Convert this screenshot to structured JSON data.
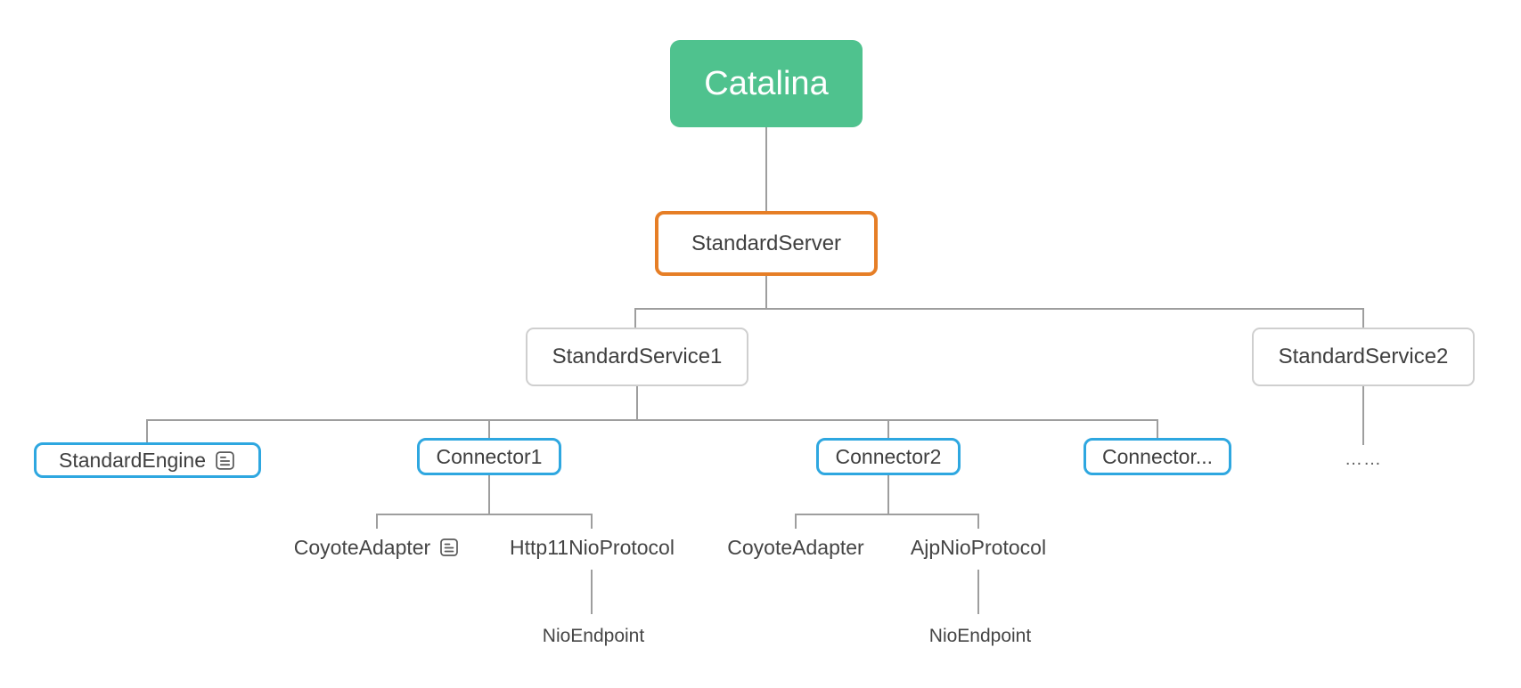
{
  "diagram": {
    "type": "mindmap-tree",
    "colors": {
      "root_fill": "#4FC28E",
      "root_text": "#FFFFFF",
      "server_border": "#E67E26",
      "service_border": "#CFCFCF",
      "connector_border": "#2EA7E0",
      "node_text": "#3F3F3F",
      "line": "#9E9E9E",
      "icon": "#5A5A5A"
    },
    "nodes": {
      "catalina": {
        "label": "Catalina"
      },
      "standard_server": {
        "label": "StandardServer"
      },
      "standard_service1": {
        "label": "StandardService1"
      },
      "standard_service2": {
        "label": "StandardService2"
      },
      "standard_engine": {
        "label": "StandardEngine",
        "icon": "note-icon"
      },
      "connector1": {
        "label": "Connector1"
      },
      "connector2": {
        "label": "Connector2"
      },
      "connector_more": {
        "label": "Connector..."
      },
      "service2_ellipsis": {
        "label": "……"
      },
      "coyote_adapter1": {
        "label": "CoyoteAdapter",
        "icon": "note-icon"
      },
      "http11_nio_protocol": {
        "label": "Http11NioProtocol"
      },
      "nio_endpoint1": {
        "label": "NioEndpoint"
      },
      "coyote_adapter2": {
        "label": "CoyoteAdapter"
      },
      "ajp_nio_protocol": {
        "label": "AjpNioProtocol"
      },
      "nio_endpoint2": {
        "label": "NioEndpoint"
      }
    },
    "edges": [
      [
        "catalina",
        "standard_server"
      ],
      [
        "standard_server",
        "standard_service1"
      ],
      [
        "standard_server",
        "standard_service2"
      ],
      [
        "standard_service1",
        "standard_engine"
      ],
      [
        "standard_service1",
        "connector1"
      ],
      [
        "standard_service1",
        "connector2"
      ],
      [
        "standard_service1",
        "connector_more"
      ],
      [
        "standard_service2",
        "service2_ellipsis"
      ],
      [
        "connector1",
        "coyote_adapter1"
      ],
      [
        "connector1",
        "http11_nio_protocol"
      ],
      [
        "http11_nio_protocol",
        "nio_endpoint1"
      ],
      [
        "connector2",
        "coyote_adapter2"
      ],
      [
        "connector2",
        "ajp_nio_protocol"
      ],
      [
        "ajp_nio_protocol",
        "nio_endpoint2"
      ]
    ]
  }
}
